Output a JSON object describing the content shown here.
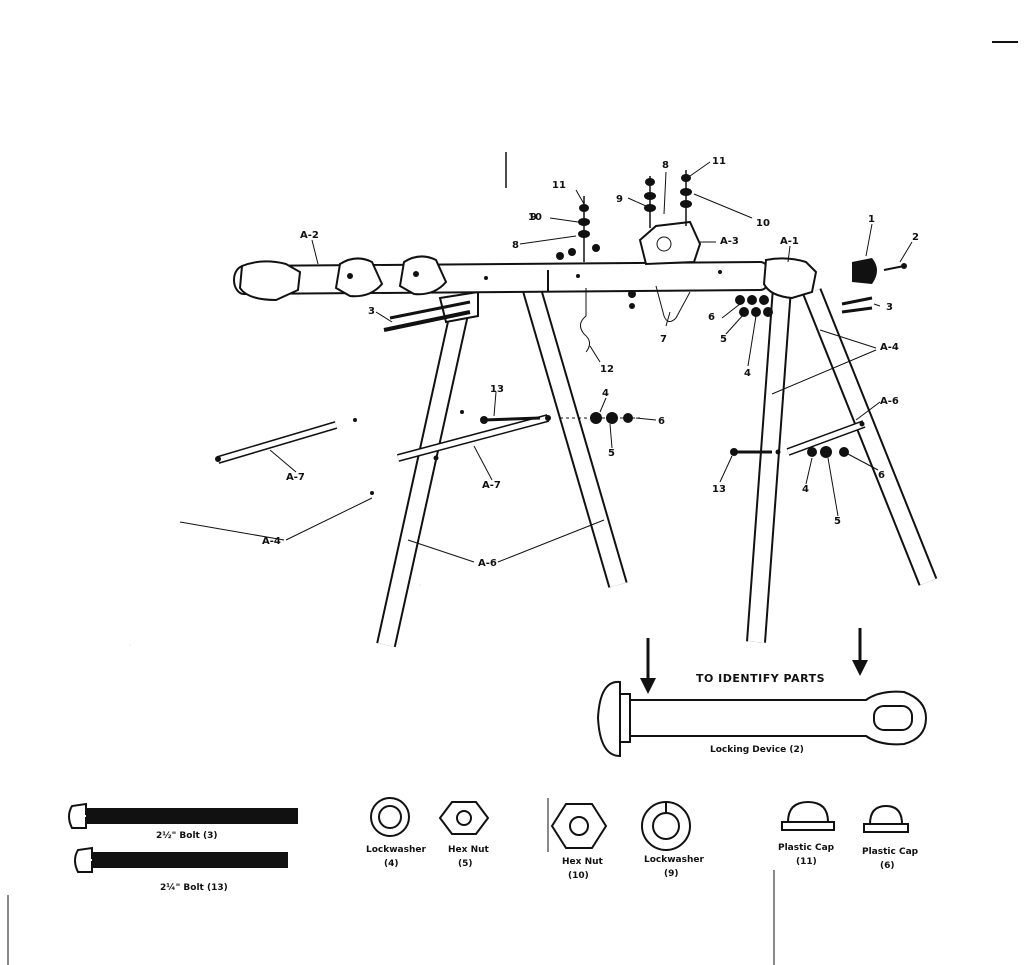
{
  "colors": {
    "ink": "#111111",
    "paper": "#ffffff"
  },
  "callouts": {
    "a1": "A-1",
    "a2": "A-2",
    "a3": "A-3",
    "a4_right": "A-4",
    "a4_left": "A-4",
    "a6_right": "A-6",
    "a6_left": "A-6",
    "a7_left": "A-7",
    "a7_mid": "A-7",
    "n1": "1",
    "n2": "2",
    "n3_left": "3",
    "n3_right": "3",
    "n4_mid": "4",
    "n4_right_top": "4",
    "n4_right_bot": "4",
    "n5_mid": "5",
    "n5_right_top": "5",
    "n5_right_bot": "5",
    "n6_mid": "6",
    "n6_right_top": "6",
    "n6_right_bot": "6",
    "n7": "7",
    "n8_left": "8",
    "n8_center": "8",
    "n9_left": "9",
    "n9_center": "9",
    "n10_left": "10",
    "n10_right": "10",
    "n11_left": "11",
    "n11_right": "11",
    "n12": "12",
    "n13_mid": "13",
    "n13_right": "13"
  },
  "identify": {
    "title": "TO IDENTIFY PARTS",
    "locking_device": "Locking Device (2)"
  },
  "hardware": {
    "bolt_long": "2½\" Bolt (3)",
    "bolt_short": "2¼\" Bolt (13)",
    "lockwasher_4_name": "Lockwasher",
    "lockwasher_4_ref": "(4)",
    "hexnut_5_name": "Hex Nut",
    "hexnut_5_ref": "(5)",
    "hexnut_10_name": "Hex Nut",
    "hexnut_10_ref": "(10)",
    "lockwasher_9_name": "Lockwasher",
    "lockwasher_9_ref": "(9)",
    "cap_11_name": "Plastic Cap",
    "cap_11_ref": "(11)",
    "cap_6_name": "Plastic Cap",
    "cap_6_ref": "(6)"
  }
}
